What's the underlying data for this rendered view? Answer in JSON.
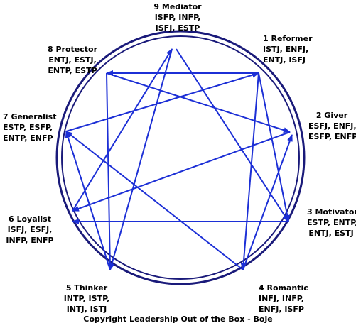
{
  "colors": {
    "ring": "#1a1a7a",
    "arrow": "#1c2fd6",
    "text": "#000000"
  },
  "points": [
    {
      "id": "p1",
      "title": "1 Reformer",
      "types": [
        "ISTJ, ENFJ,",
        "ENTJ, ISFJ"
      ]
    },
    {
      "id": "p2",
      "title": "2 Giver",
      "types": [
        "ESFJ, ENFJ,",
        "ESFP, ENFP"
      ]
    },
    {
      "id": "p3",
      "title": "3 Motivator",
      "types": [
        "ESTP, ENTP,",
        "ENTJ, ESTJ"
      ]
    },
    {
      "id": "p4",
      "title": "4 Romantic",
      "types": [
        "INFJ, INFP,",
        "ENFJ, ISFP"
      ]
    },
    {
      "id": "p5",
      "title": "5 Thinker",
      "types": [
        "INTP, ISTP,",
        "INTJ, ISTJ"
      ]
    },
    {
      "id": "p6",
      "title": "6 Loyalist",
      "types": [
        "ISFJ, ESFJ,",
        "INFP, ENFP"
      ]
    },
    {
      "id": "p7",
      "title": "7 Generalist",
      "types": [
        "ESTP, ESFP,",
        "ENTP, ENFP"
      ]
    },
    {
      "id": "p8",
      "title": "8 Protector",
      "types": [
        "ENTJ, ESTJ,",
        "ENTP, ESTP"
      ]
    },
    {
      "id": "p9",
      "title": "9 Mediator",
      "types": [
        "ISFP, INFP,",
        "ISFJ, ESTP"
      ]
    }
  ],
  "copyright": "Copyright Leadership Out of the Box - Boje"
}
